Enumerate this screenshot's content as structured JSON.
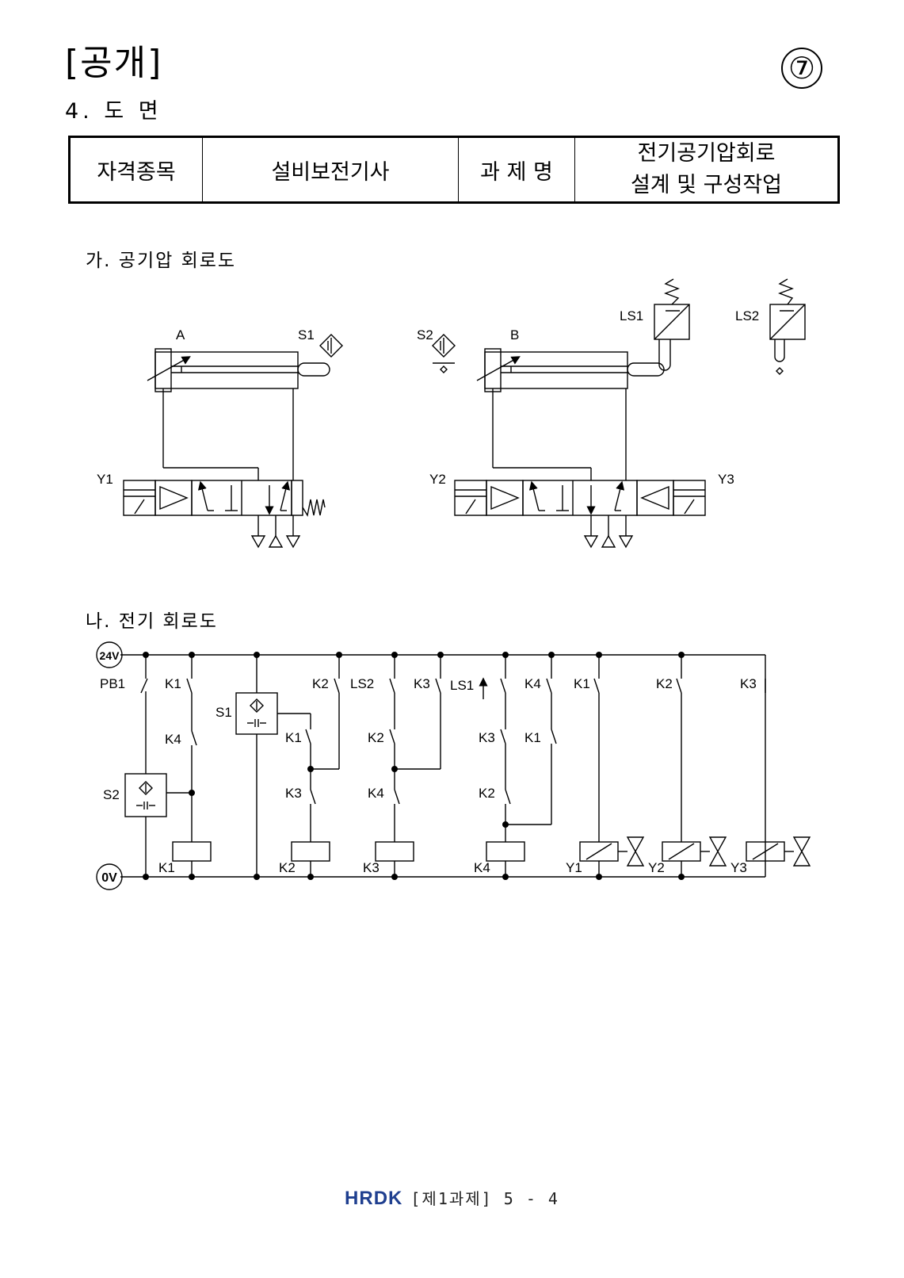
{
  "header": {
    "public_label": "[공개]",
    "page_marker": "⑦",
    "section": "4. 도 면"
  },
  "info_table": {
    "field_label": "자격종목",
    "field_value": "설비보전기사",
    "task_label": "과 제 명",
    "task_value_line1": "전기공기압회로",
    "task_value_line2": "설계 및 구성작업"
  },
  "pneumatic": {
    "title": "가. 공기압 회로도",
    "labels": {
      "cyl_a": "A",
      "cyl_b": "B",
      "s1": "S1",
      "s2": "S2",
      "ls1": "LS1",
      "ls2": "LS2",
      "y1": "Y1",
      "y2": "Y2",
      "y3": "Y3"
    }
  },
  "electric": {
    "title": "나. 전기 회로도",
    "rail_top": "24V",
    "rail_bottom": "0V",
    "labels": {
      "pb1": "PB1",
      "c1_k1": "K1",
      "c1_k4": "K4",
      "c1_s2": "S2",
      "c1_coil": "K1",
      "c2_s1": "S1",
      "c3_k2": "K2",
      "c3_k1": "K1",
      "c3_k3": "K3",
      "c3_coil": "K2",
      "c4_ls2": "LS2",
      "c4_k3": "K3",
      "c4_k2": "K2",
      "c4_k4": "K4",
      "c4_coil": "K3",
      "c5_ls1": "LS1",
      "c5_k4": "K4",
      "c5_k3": "K3",
      "c5_k1": "K1",
      "c5_k2": "K2",
      "c5_coil": "K4",
      "c6_k1": "K1",
      "c6_y1": "Y1",
      "c7_k2": "K2",
      "c7_y2": "Y2",
      "c8_k3": "K3",
      "c8_y3": "Y3"
    }
  },
  "footer": {
    "logo": "HRDK",
    "page": "[제1과제] 5 - 4"
  }
}
